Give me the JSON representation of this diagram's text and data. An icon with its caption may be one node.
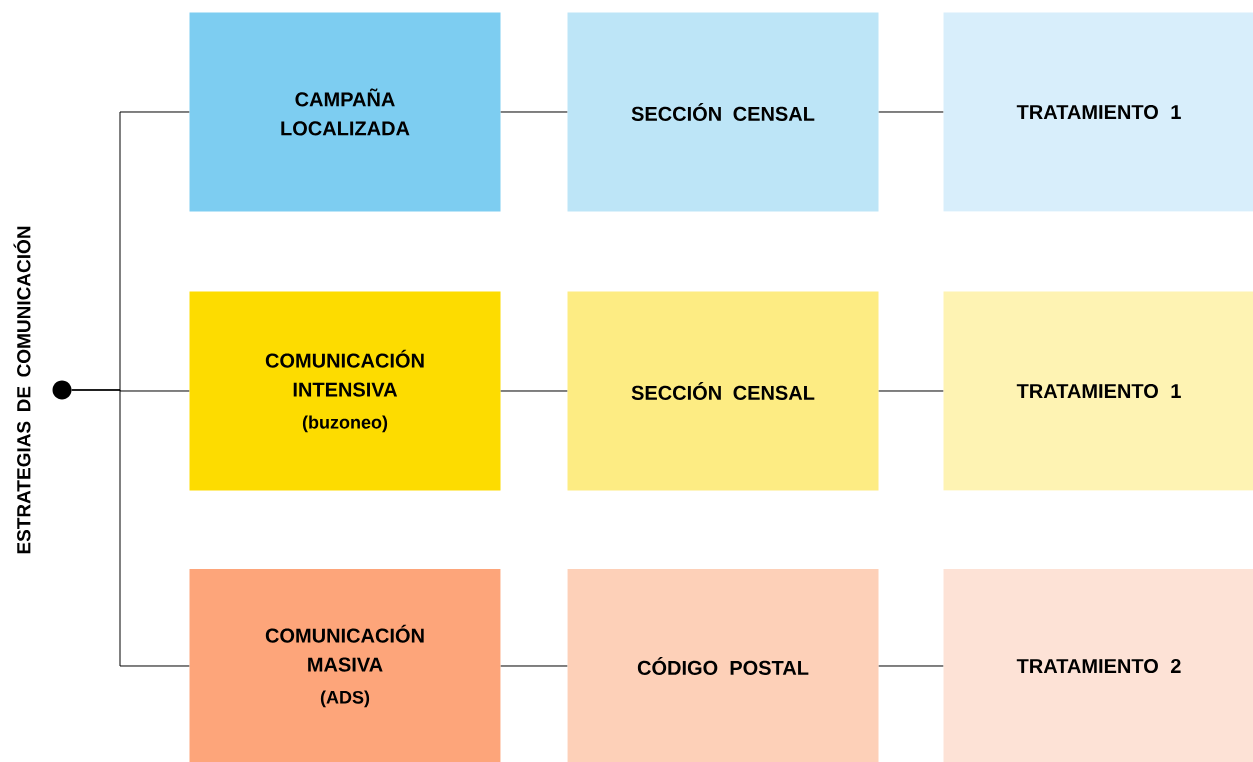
{
  "diagram": {
    "nodes": [
      {
        "text": [],
        "shape": "circle"
      },
      {
        "text": [
          "CAMPAÑA LOCALIZADA"
        ]
      },
      {
        "text": [
          "SECCIÓN CENSAL"
        ]
      },
      {
        "text": [
          "TRATAMIENTO 1"
        ]
      },
      {
        "text": [
          "COMUNICACIÓN INTENSIVA",
          "(buzoneo)"
        ]
      },
      {
        "text": [
          "SECCIÓN CENSAL"
        ]
      },
      {
        "text": [
          "TRATAMIENTO 1"
        ]
      },
      {
        "text": [
          "COMUNICACIÓN MASIVA",
          "(ADS)"
        ]
      },
      {
        "text": [
          "CÓDIGO POSTAL"
        ]
      },
      {
        "text": [
          "TRATAMIENTO 2"
        ]
      }
    ],
    "edges": [
      {
        "from": 0,
        "to": 1,
        "arrow": "none"
      },
      {
        "from": 0,
        "to": 4,
        "arrow": "none"
      },
      {
        "from": 0,
        "to": 7,
        "arrow": "none"
      },
      {
        "from": 1,
        "to": 2,
        "arrow": "none"
      },
      {
        "from": 2,
        "to": 3,
        "arrow": "none"
      },
      {
        "from": 4,
        "to": 5,
        "arrow": "none"
      },
      {
        "from": 5,
        "to": 6,
        "arrow": "none"
      },
      {
        "from": 7,
        "to": 8,
        "arrow": "none"
      },
      {
        "from": 8,
        "to": 9,
        "arrow": "none"
      }
    ],
    "labels": [
      "ESTRATEGIAS DE COMUNICACIÓN"
    ]
  }
}
